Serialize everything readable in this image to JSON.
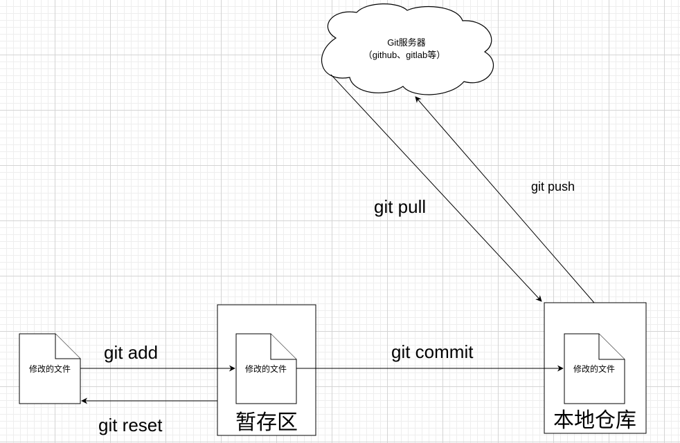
{
  "server": {
    "title": "Git服务器",
    "subtitle": "（github、gitlab等）"
  },
  "commands": {
    "pull": "git pull",
    "push": "git push",
    "add": "git add",
    "reset": "git reset",
    "commit": "git commit"
  },
  "areas": {
    "staging": "暂存区",
    "local_repo": "本地仓库"
  },
  "documents": {
    "working": "修改的文件",
    "staged": "修改的文件",
    "committed": "修改的文件"
  }
}
